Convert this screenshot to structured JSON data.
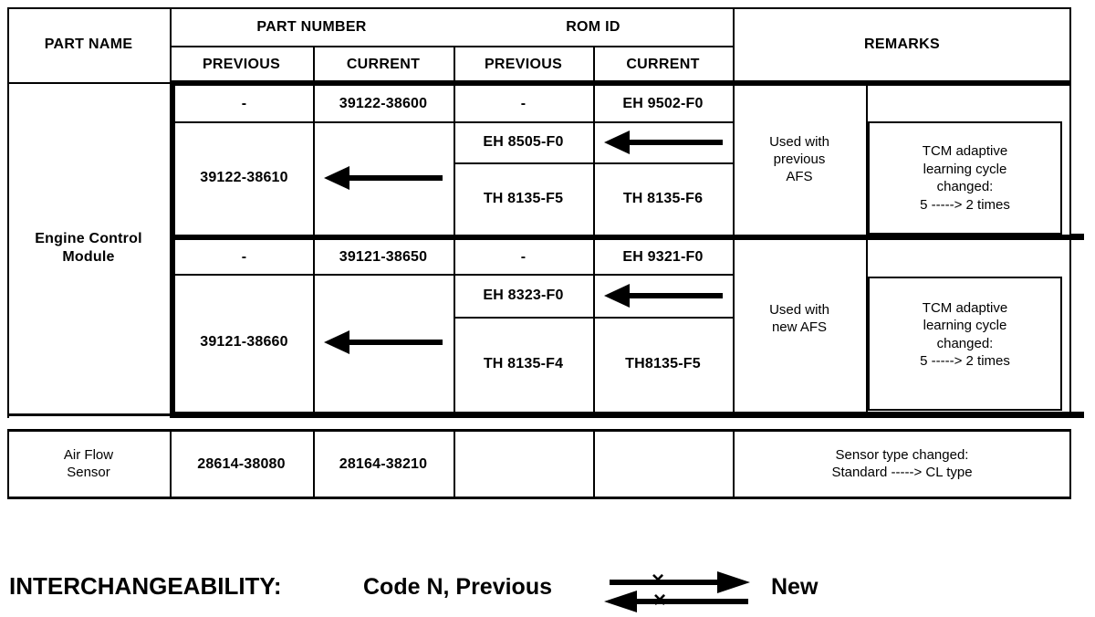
{
  "header": {
    "part_name": "PART NAME",
    "part_number": "PART NUMBER",
    "rom_id": "ROM ID",
    "remarks": "REMARKS",
    "pn_previous": "PREVIOUS",
    "pn_current": "CURRENT",
    "rom_previous": "PREVIOUS",
    "rom_current": "CURRENT"
  },
  "ecm": {
    "name": "Engine Control\nModule",
    "block1": {
      "r1": {
        "pn_prev": "-",
        "pn_curr": "39122-38600",
        "rom_prev": "-",
        "rom_curr": "EH 9502-F0"
      },
      "pn_prev": "39122-38610",
      "rom_a_prev": "EH 8505-F0",
      "rom_b_prev": "TH 8135-F5",
      "rom_b_curr": "TH 8135-F6",
      "remark_left": "Used with\nprevious\nAFS",
      "remark_right": "TCM adaptive\nlearning cycle\nchanged:\n5 -----> 2 times"
    },
    "block2": {
      "r1": {
        "pn_prev": "-",
        "pn_curr": "39121-38650",
        "rom_prev": "-",
        "rom_curr": "EH 9321-F0"
      },
      "pn_prev": "39121-38660",
      "rom_a_prev": "EH 8323-F0",
      "rom_b_prev": "TH 8135-F4",
      "rom_b_curr": "TH8135-F5",
      "remark_left": "Used with\nnew AFS",
      "remark_right": "TCM adaptive\nlearning cycle\nchanged:\n5 -----> 2 times"
    }
  },
  "afs": {
    "name": "Air Flow\nSensor",
    "pn_prev": "28614-38080",
    "pn_curr": "28164-38210",
    "rom_prev": "",
    "rom_curr": "",
    "remark": "Sensor type changed:\nStandard -----> CL type"
  },
  "legend": {
    "title": "INTERCHANGEABILITY:",
    "code": "Code N, Previous",
    "new_label": "New",
    "x_mark": "×"
  },
  "icons": {
    "carryover_arrow": "left-arrow (same as previous)",
    "non_interchangeable": "double-arrow-with-x"
  },
  "colors": {
    "ink": "#000000",
    "paper": "#ffffff"
  }
}
